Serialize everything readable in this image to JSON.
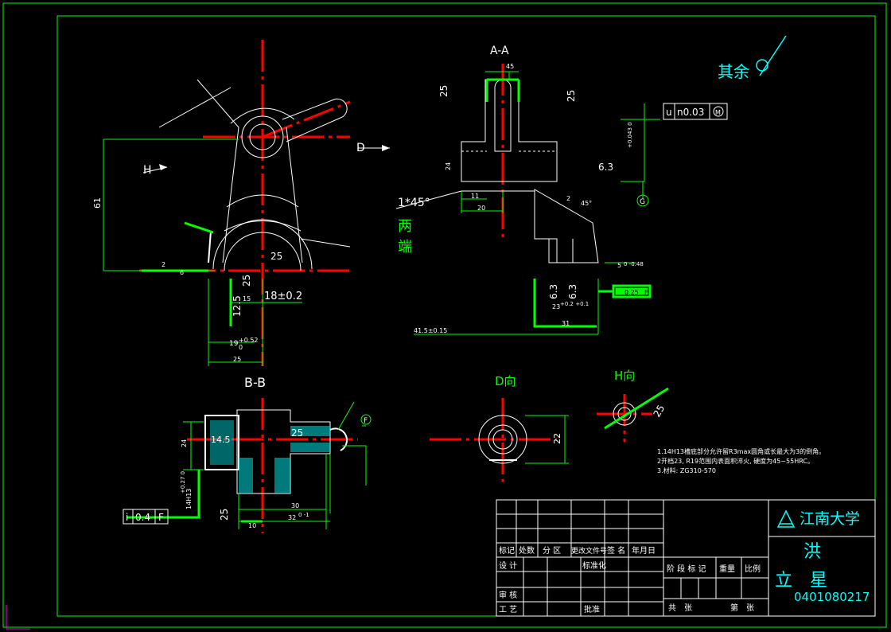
{
  "views": {
    "aa_title": "A-A",
    "bb_title": "B-B",
    "d_view": "D向",
    "h_view": "H向"
  },
  "labels": {
    "d_arrow": "D",
    "h_arrow": "H",
    "rest": "其余",
    "chamfer": "1*45°",
    "both_ends_1": "两",
    "both_ends_2": "端"
  },
  "dims": {
    "d61": "61",
    "d18": "18±0.2",
    "d25_a": "25",
    "d25_b": "25",
    "d25_c": "25",
    "d25_d": "25",
    "d25_e": "25",
    "d25_f": "25",
    "d12_5": "12.5",
    "d19": "19",
    "d19_tol": "+0.52",
    "d19_tol0": "0",
    "d2": "2",
    "d6": "6",
    "d15": "15",
    "d45_top": "45",
    "d6_3_a": "6.3",
    "d6_3_b": "6.3",
    "d6_3_c": "6.3",
    "d11": "11",
    "d20": "20",
    "d41_5": "41.5±0.15",
    "d31": "31",
    "d23": "23",
    "d23_tol": "+0.2 +0.1",
    "d5": "5",
    "d5_tol": "0 -0.48",
    "d24": "24",
    "d30": "30",
    "d32": "32",
    "d32_tol": "0 -1",
    "d10": "10",
    "d14h13": "14H13",
    "d14h13_tol": "+0.27 0",
    "d22": "22",
    "d14_5": "14.5",
    "d2_b": "2",
    "d45_deg": "45°",
    "d0_043": "+0.043 0"
  },
  "gdt": {
    "perp_sym": "u",
    "perp_val": "n0.03",
    "perp_mod": "M",
    "datum_g": "G",
    "datum_f": "F",
    "flat_sym": "i",
    "flat_val": "0.4",
    "flat_datum": "F",
    "pos_val": "0.25",
    "pos_datum": "F"
  },
  "notes": [
    "1.14H13槽底部分允许留R3max圆角或长最大为3的倒角。",
    "2开档23, R19范围内表面积淬火, 硬度为45~55HRC。",
    "3.材料: ZG310-570"
  ],
  "title_block": {
    "university": "江南大学",
    "name_1": "洪",
    "name_2": "立　星",
    "student_id": "0401080217",
    "h_mark": "标记",
    "h_count": "处数",
    "h_zone": "分 区",
    "h_docno": "更改文件号",
    "h_sign": "签 名",
    "h_date": "年月日",
    "h_design": "设 计",
    "h_standard": "标准化",
    "h_stage": "阶 段 标 记",
    "h_weight": "重量",
    "h_scale": "比例",
    "h_review": "审 核",
    "h_process": "工 艺",
    "h_approve": "批准",
    "h_total": "共　张",
    "h_sheet": "第　张"
  }
}
